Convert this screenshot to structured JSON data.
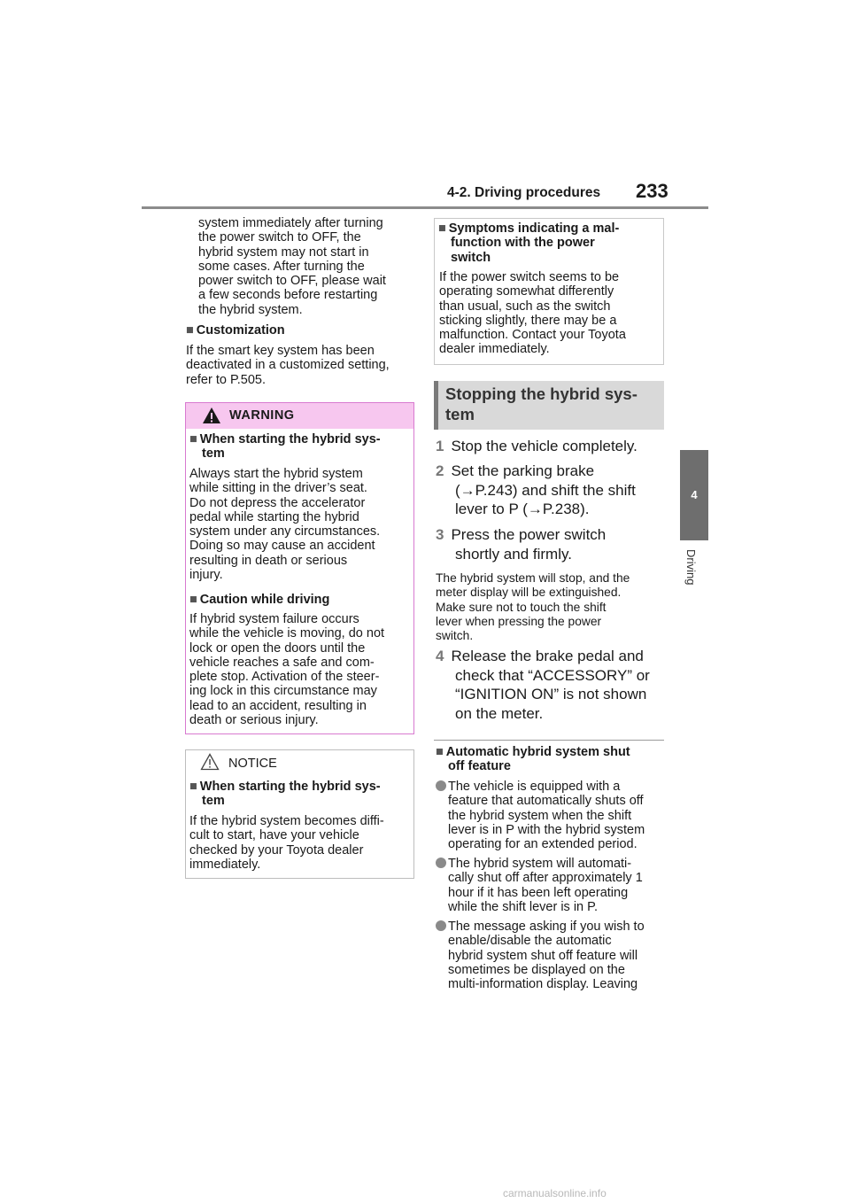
{
  "header": {
    "section": "4-2. Driving procedures",
    "page": "233"
  },
  "side_tab": {
    "number": "4",
    "label": "Driving"
  },
  "left": {
    "intro": [
      "system immediately after turning",
      "the power switch to OFF, the",
      "hybrid system may not start in",
      "some cases. After turning the",
      "power switch to OFF, please wait",
      "a few seconds before restarting",
      "the hybrid system."
    ],
    "custom_title": "Customization",
    "custom_body": [
      "If the smart key system has been",
      "deactivated in a customized setting,",
      "refer to P.505."
    ]
  },
  "warning": {
    "label": "WARNING",
    "s1_title": [
      "When starting the hybrid sys-",
      "tem"
    ],
    "s1_body": [
      "Always start the hybrid system",
      "while sitting in the driver’s seat.",
      "Do not depress the accelerator",
      "pedal while starting the hybrid",
      "system under any circumstances.",
      "Doing so may cause an accident",
      "resulting in death or serious",
      "injury."
    ],
    "s2_title": "Caution while driving",
    "s2_body": [
      "If hybrid system failure occurs",
      "while the vehicle is moving, do not",
      "lock or open the doors until the",
      "vehicle reaches a safe and com-",
      "plete stop. Activation of the steer-",
      "ing lock in this circumstance may",
      "lead to an accident, resulting in",
      "death or serious injury."
    ]
  },
  "notice": {
    "label": "NOTICE",
    "title": [
      "When starting the hybrid sys-",
      "tem"
    ],
    "body": [
      "If the hybrid system becomes diffi-",
      "cult to start, have your vehicle",
      "checked by your Toyota dealer",
      "immediately."
    ]
  },
  "symptoms": {
    "title": [
      "Symptoms indicating a mal-",
      "function with the power",
      "switch"
    ],
    "body": [
      "If the power switch seems to be",
      "operating somewhat differently",
      "than usual, such as the switch",
      "sticking slightly, there may be a",
      "malfunction. Contact your Toyota",
      "dealer immediately."
    ]
  },
  "stopping": {
    "heading": [
      "Stopping the hybrid sys-",
      "tem"
    ],
    "step1": {
      "n": "1",
      "lines": [
        "Stop the vehicle completely."
      ]
    },
    "step2": {
      "n": "2",
      "lines": [
        "Set the parking brake",
        "(→P.243) and shift the shift",
        "lever to P (→P.238)."
      ]
    },
    "step3": {
      "n": "3",
      "lines": [
        "Press the power switch",
        "shortly and firmly."
      ]
    },
    "step3_note": [
      "The hybrid system will stop, and the",
      "meter display will be extinguished.",
      "Make sure not to touch the shift",
      "lever when pressing the power",
      "switch."
    ],
    "step4": {
      "n": "4",
      "lines": [
        "Release the brake pedal and",
        "check that “ACCESSORY” or",
        "“IGNITION ON” is not shown",
        "on the meter."
      ]
    }
  },
  "auto_shutoff": {
    "title": [
      "Automatic hybrid system shut",
      "off feature"
    ],
    "bullets": [
      [
        "The vehicle is equipped with a",
        "feature that automatically shuts off",
        "the hybrid system when the shift",
        "lever is in P with the hybrid system",
        "operating for an extended period."
      ],
      [
        "The hybrid system will automati-",
        "cally shut off after approximately 1",
        "hour if it has been left operating",
        "while the shift lever is in P."
      ],
      [
        "The message asking if you wish to",
        "enable/disable the automatic",
        "hybrid system shut off feature will",
        "sometimes be displayed on the",
        "multi-information display. Leaving"
      ]
    ]
  },
  "footer": "carmanualsonline.info"
}
